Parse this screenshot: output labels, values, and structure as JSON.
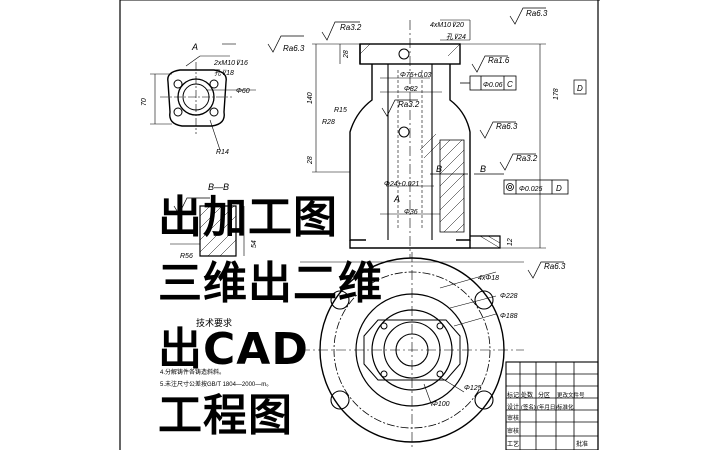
{
  "overlay": {
    "line1": "出加工图",
    "line2": "三维出二维",
    "line3": "出CAD",
    "line4": "工程图"
  },
  "drawing": {
    "view_a_label": "A",
    "view_a_hole_note": "2xM10⊽16",
    "view_a_hole_depth": "孔⊽18",
    "view_a_dia": "Φ60",
    "view_a_height": "70",
    "view_a_radius": "R14",
    "ra_top_left": "Ra3.2",
    "ra_view_a": "Ra6.3",
    "ra_top_right": "Ra6.3",
    "thread_note_top": "4xM10⊽20",
    "hole_depth_top": "孔⊽24",
    "dim_28_top": "28",
    "dim_140": "140",
    "dim_178": "178",
    "dim_28_side": "28",
    "dia_75": "Φ75+0.03",
    "dia_82": "Φ82",
    "ra_16": "Ra1.6",
    "tol_flatness": "Φ0.06",
    "tol_datum_c": "C",
    "r15": "R15",
    "r28": "R28",
    "ra_32_mid": "Ra3.2",
    "ra_63_right": "Ra6.3",
    "datum_d_box": "D",
    "section_bb": "B—B",
    "dia_24": "Φ24+0.021",
    "dia_36": "Φ36",
    "section_b_left": "B",
    "section_b_right": "B",
    "ra_32_low": "Ra3.2",
    "tol_coax": "Φ0.025",
    "tol_datum_d": "D",
    "view_a_arrow": "A",
    "r56": "R56",
    "dim_54": "54",
    "dim_12": "12",
    "holes_4x18": "4xΦ18",
    "ra_63_low": "Ra6.3",
    "dia_228": "Φ228",
    "dia_188": "Φ188",
    "dia_125": "Φ125",
    "dia_100": "Φ100",
    "notes_title": "技术要求",
    "note_4": "4.分解铸件各铸造斜斜。",
    "note_5": "5.未注尺寸公差按GB/T 1804—2000—m。",
    "tb_r1": [
      "标记",
      "处数",
      "分区",
      "更改文件号"
    ],
    "tb_r2": [
      "设计",
      "(签名)",
      "(年月日)",
      "标准化"
    ],
    "tb_r3": [
      "审核"
    ],
    "tb_r4": [
      "审核"
    ],
    "tb_r5": [
      "工艺",
      "",
      "",
      "批准"
    ]
  }
}
